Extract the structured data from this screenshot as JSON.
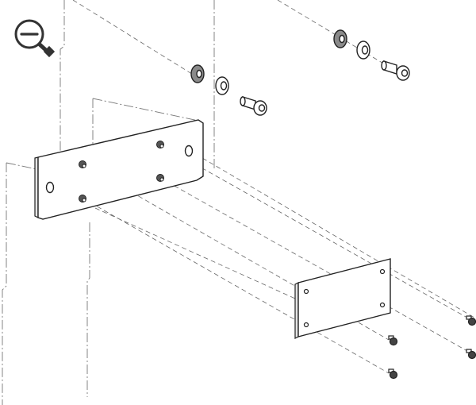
{
  "viewer": {
    "zoom_out_icon": "zoom-out-magnifier-icon",
    "accent_color": "#333333"
  },
  "diagram": {
    "type": "exploded-assembly-drawing",
    "parts": [
      "wall-surface-panels",
      "large-mounting-plate",
      "small-mounting-plate",
      "flat-washer",
      "lock-washer",
      "socket-head-cap-screw",
      "small-screw"
    ],
    "line_color": "#2b2b2b",
    "plate_fill": "#ffffff"
  }
}
